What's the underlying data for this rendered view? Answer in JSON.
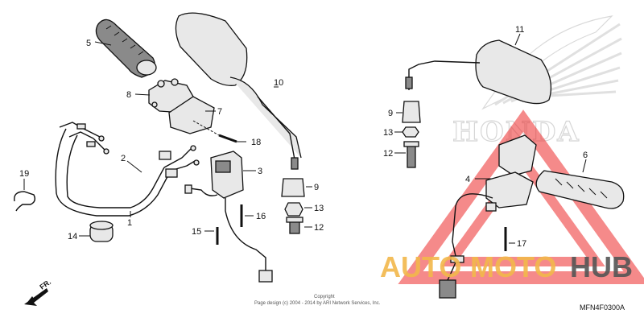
{
  "diagram": {
    "code": "MFN4F0300A",
    "front_label": "FR.",
    "copyright_line1": "Copyright",
    "copyright_line2": "Page design (c) 2004 - 2014 by ARI Network Services, Inc.",
    "callouts": {
      "c1": "1",
      "c2": "2",
      "c3": "3",
      "c4": "4",
      "c5": "5",
      "c6": "6",
      "c7": "7",
      "c8": "8",
      "c9a": "9",
      "c9b": "9",
      "c10": "10",
      "c11": "11",
      "c12a": "12",
      "c12b": "12",
      "c13a": "13",
      "c13b": "13",
      "c14": "14",
      "c15": "15",
      "c16": "16",
      "c17": "17",
      "c18": "18",
      "c19": "19"
    }
  },
  "watermark": {
    "brand_part1": "AUTO",
    "brand_part2": "MOTO",
    "brand_part3": "HUB",
    "brand_colors": {
      "auto": "#f2b84b",
      "moto": "#f2b84b",
      "hub": "#555555",
      "triangle": "#ee2b2b"
    },
    "logo_text": "HONDA"
  }
}
